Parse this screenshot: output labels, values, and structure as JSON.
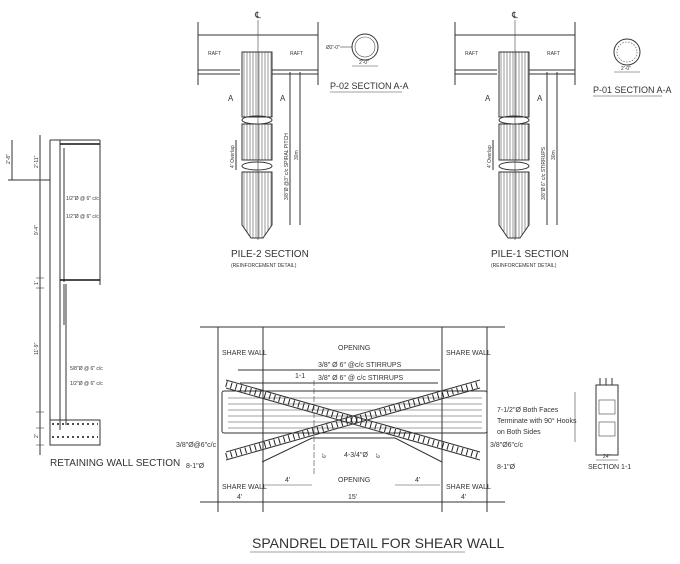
{
  "retaining_wall": {
    "title": "RETAINING WALL SECTION",
    "dims": [
      "2'-8\"",
      "2'-11\"",
      "9'-4\"",
      "11'-9\"",
      "1'",
      "2'"
    ],
    "notes": [
      "1/2\"Ø @ 6\" c/c",
      "1/2\"Ø @ 6\" c/c",
      "5/8\"Ø @ 6\" c/c",
      "1/2\"Ø @ 6\" c/c"
    ]
  },
  "pile2": {
    "centerline": "℄",
    "raft_left": "RAFT",
    "raft_right": "RAFT",
    "section_mark": "A",
    "spiral_note": "3/8\"Ø @3\" c/c SPIRAL PITCH",
    "length": "30m",
    "overlap": "4' Overlap",
    "title": "PILE-2 SECTION",
    "subtitle": "(REINFORCEMENT DETAIL)"
  },
  "p02": {
    "title": "P-02 SECTION A-A",
    "dia": "Ø2'-0\"",
    "width": "2'-0\""
  },
  "pile1": {
    "centerline": "℄",
    "raft_left": "RAFT",
    "raft_right": "RAFT",
    "section_mark": "A",
    "spiral_note": "3/8\"Ø 6\" c/c STIRRUPS",
    "length": "30m",
    "overlap": "4' Overlap",
    "title": "PILE-1 SECTION",
    "subtitle": "(REINFORCEMENT DETAIL)"
  },
  "p01": {
    "title": "P-01 SECTION A-A",
    "width": "2'-0\""
  },
  "spandrel": {
    "title": "SPANDREL DETAIL FOR SHEAR WALL",
    "opening_top": "OPENING",
    "opening_bottom": "OPENING",
    "share_wall": "SHARE WALL",
    "stirrups_1": "3/8\" Ø 6\" @c/c STIRRUPS",
    "stirrups_2": "3/8\" Ø 6\" @ c/c STIRRUPS",
    "section_cut": "1-1",
    "side_bars_1": "7-1/2\"Ø Both Faces",
    "side_bars_2": "Terminate with 90° Hooks",
    "side_bars_3": "on Both Sides",
    "ties_left": "3/8\"Ø@6\"c/c",
    "ties_right": "3/8\"Ø6\"c/c",
    "diag_left": "8-1\"Ø",
    "diag_right": "8-1\"Ø",
    "bottom_bars": "4-3/4\"Ø",
    "dim_4": "4'",
    "dim_15": "15'",
    "dim_6": "6\""
  },
  "section11": {
    "title": "SECTION 1-1",
    "width": "24\""
  }
}
